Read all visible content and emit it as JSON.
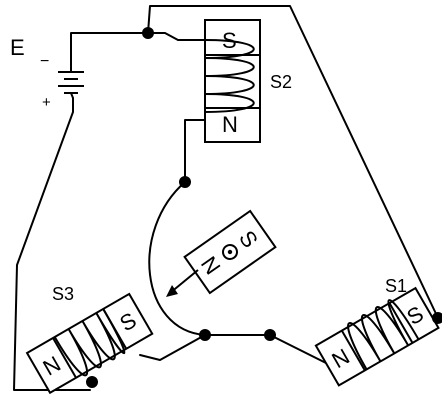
{
  "battery": {
    "label": "E",
    "negative": "−",
    "positive": "+"
  },
  "electromagnets": {
    "s2": {
      "label": "S2",
      "top_pole": "S",
      "bottom_pole": "N"
    },
    "s1": {
      "label": "S1",
      "pole_a": "N",
      "pole_b": "S"
    },
    "s3": {
      "label": "S3",
      "pole_a": "N",
      "pole_b": "S"
    }
  },
  "rotor": {
    "pole_n": "N",
    "pole_s": "S",
    "axis_symbol": "out-of-page-dot"
  },
  "colors": {
    "ink": "#000000",
    "background": "#ffffff"
  }
}
